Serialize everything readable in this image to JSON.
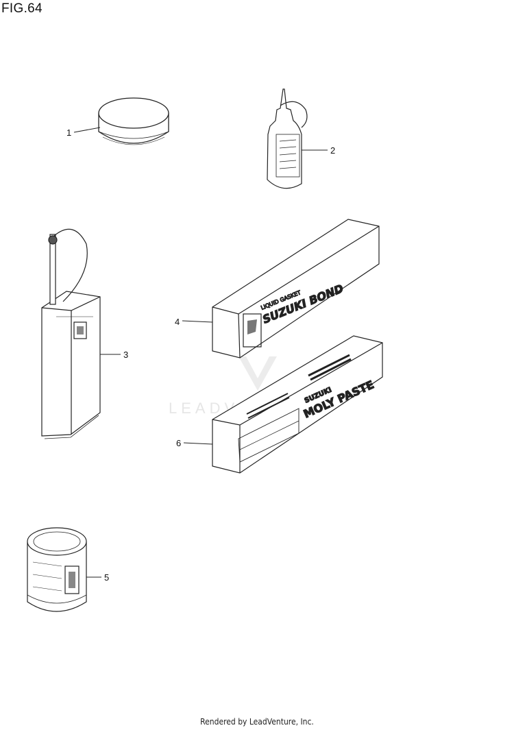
{
  "figure": {
    "title": "FIG.64"
  },
  "parts": [
    {
      "ref": "1"
    },
    {
      "ref": "2"
    },
    {
      "ref": "3"
    },
    {
      "ref": "4",
      "label_lines": [
        "LIQUID GASKET",
        "SUZUKI BOND"
      ]
    },
    {
      "ref": "5"
    },
    {
      "ref": "6",
      "label_lines": [
        "SUZUKI",
        "MOLY PASTE"
      ]
    }
  ],
  "watermark": {
    "text": "LEADVENTURE",
    "icon": "leadventure-logo"
  },
  "footer": {
    "credit": "Rendered by LeadVenture, Inc."
  }
}
